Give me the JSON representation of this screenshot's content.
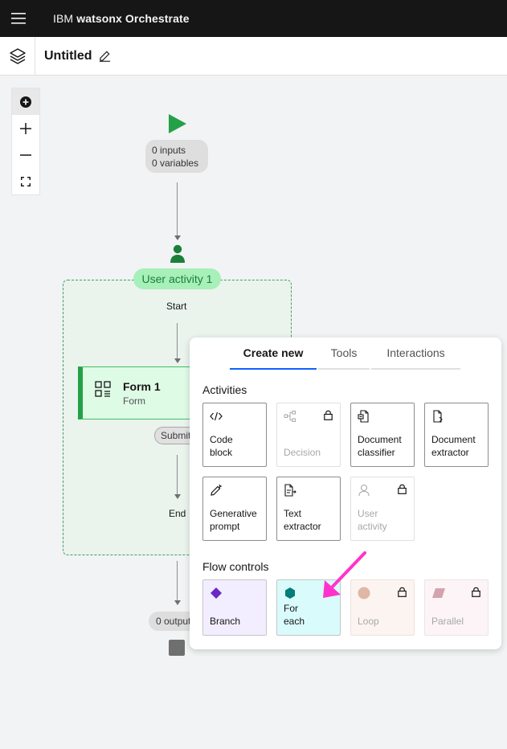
{
  "header": {
    "brand_prefix": "IBM",
    "brand_name": "watsonx Orchestrate"
  },
  "toolbar": {
    "title": "Untitled"
  },
  "flow": {
    "start_inputs": "0 inputs",
    "start_variables": "0 variables",
    "activity_label": "User activity 1",
    "start_text": "Start",
    "form_title": "Form 1",
    "form_subtitle": "Form",
    "submit_label": "Submit",
    "end_text": "End",
    "outputs_label": "0 outputs"
  },
  "panel": {
    "tabs": [
      {
        "label": "Create new",
        "active": true
      },
      {
        "label": "Tools",
        "active": false
      },
      {
        "label": "Interactions",
        "active": false
      }
    ],
    "activities_title": "Activities",
    "activities": [
      {
        "label": "Code block",
        "icon": "code-icon",
        "enabled": true
      },
      {
        "label": "Decision",
        "icon": "decision-tree-icon",
        "enabled": false
      },
      {
        "label": "Document classifier",
        "icon": "document-classifier-icon",
        "enabled": true
      },
      {
        "label": "Document extractor",
        "icon": "document-extractor-icon",
        "enabled": true
      },
      {
        "label": "Generative prompt",
        "icon": "pencil-sparkle-icon",
        "enabled": true
      },
      {
        "label": "Text extractor",
        "icon": "text-extractor-icon",
        "enabled": true
      },
      {
        "label": "User activity",
        "icon": "user-icon",
        "enabled": false
      }
    ],
    "flow_controls_title": "Flow controls",
    "flow_controls": [
      {
        "label": "Branch",
        "icon": "diamond-icon",
        "enabled": true,
        "color": "#6929c4"
      },
      {
        "label": "For each",
        "icon": "hexagon-icon",
        "enabled": true,
        "color": "#007d79"
      },
      {
        "label": "Loop",
        "icon": "circle-icon",
        "enabled": false,
        "color": "#e0b7a6"
      },
      {
        "label": "Parallel",
        "icon": "parallelogram-icon",
        "enabled": false,
        "color": "#d3a3b0"
      }
    ]
  },
  "colors": {
    "accent": "#0f62fe",
    "activity_green": "#24a148",
    "annotation_arrow": "#ff33cc"
  }
}
